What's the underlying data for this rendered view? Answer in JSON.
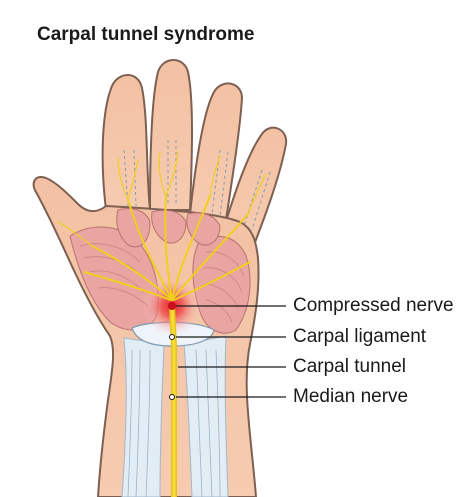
{
  "title": "Carpal tunnel syndrome",
  "labels": {
    "compressed_nerve": "Compressed nerve",
    "carpal_ligament": "Carpal ligament",
    "carpal_tunnel": "Carpal tunnel",
    "median_nerve": "Median nerve"
  },
  "colors": {
    "skin": "#f5c6a8",
    "skin_outline": "#8a6a5a",
    "muscle": "#e49a9a",
    "nerve": "#f2d21e",
    "tendon": "#dbe7f0",
    "inflammation": "#e8232a",
    "leader_line": "#1a1a1a"
  }
}
